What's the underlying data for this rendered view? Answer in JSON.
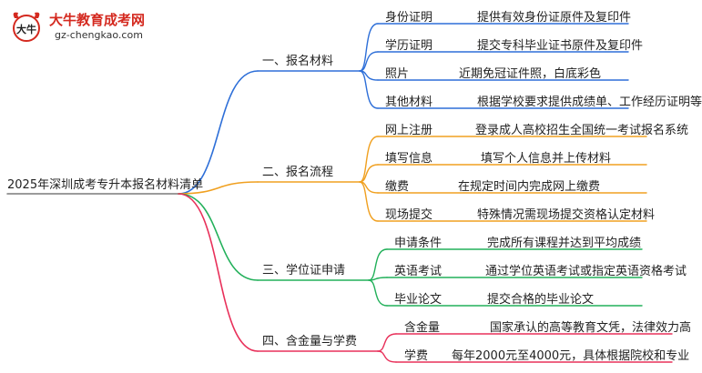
{
  "logo": {
    "title": "大牛教育成考网",
    "url": "gz-chengkao.com",
    "glyph": "大牛"
  },
  "root": "2025年深圳成考专升本报名材料清单",
  "colors": {
    "root": "#7a7a7a",
    "branch1": "#2e6fd8",
    "branch2": "#f0a020",
    "branch3": "#22b05a",
    "branch4": "#e8305a"
  },
  "branches": [
    {
      "label": "一、报名材料",
      "items": [
        {
          "name": "身份证明",
          "desc": "提供有效身份证原件及复印件"
        },
        {
          "name": "学历证明",
          "desc": "提交专科毕业证书原件及复印件"
        },
        {
          "name": "照片",
          "desc": "近期免冠证件照，白底彩色"
        },
        {
          "name": "其他材料",
          "desc": "根据学校要求提供成绩单、工作经历证明等"
        }
      ]
    },
    {
      "label": "二、报名流程",
      "items": [
        {
          "name": "网上注册",
          "desc": "登录成人高校招生全国统一考试报名系统"
        },
        {
          "name": "填写信息",
          "desc": "填写个人信息并上传材料"
        },
        {
          "name": "缴费",
          "desc": "在规定时间内完成网上缴费"
        },
        {
          "name": "现场提交",
          "desc": "特殊情况需现场提交资格认定材料"
        }
      ]
    },
    {
      "label": "三、学位证申请",
      "items": [
        {
          "name": "申请条件",
          "desc": "完成所有课程并达到平均成绩"
        },
        {
          "name": "英语考试",
          "desc": "通过学位英语考试或指定英语资格考试"
        },
        {
          "name": "毕业论文",
          "desc": "提交合格的毕业论文"
        }
      ]
    },
    {
      "label": "四、含金量与学费",
      "items": [
        {
          "name": "含金量",
          "desc": "国家承认的高等教育文凭，法律效力高"
        },
        {
          "name": "学费",
          "desc": "每年2000元至4000元，具体根据院校和专业"
        }
      ]
    }
  ]
}
